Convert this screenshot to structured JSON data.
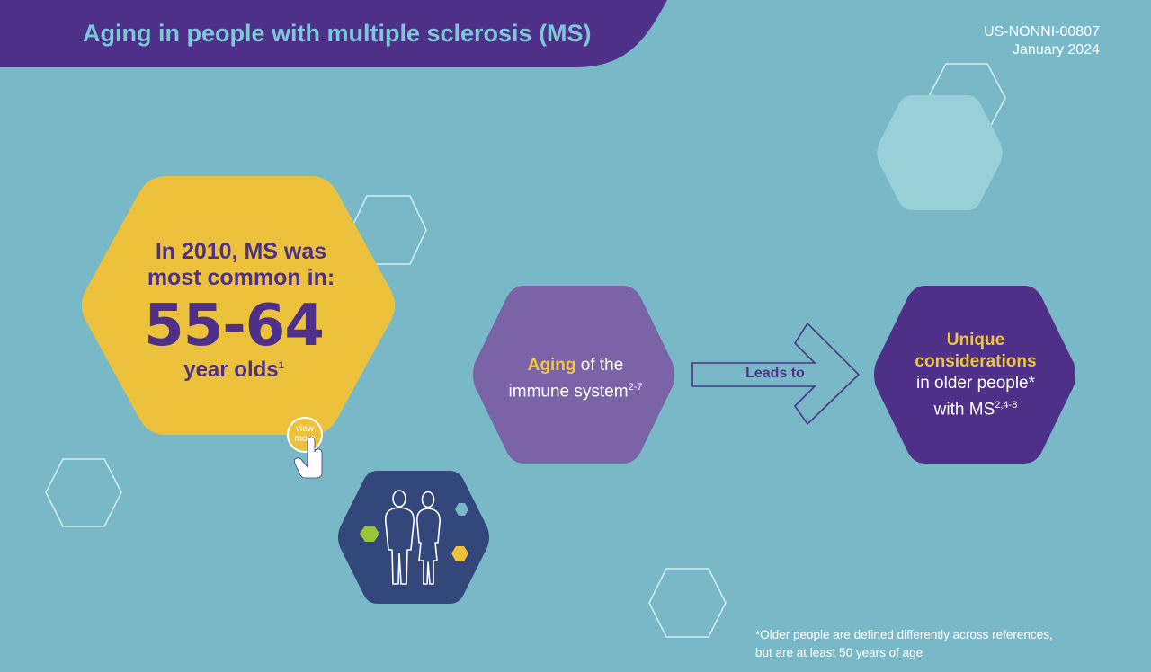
{
  "header": {
    "title": "Aging in people with multiple sclerosis (MS)"
  },
  "doc": {
    "code": "US-NONNI-00807",
    "date": "January 2024"
  },
  "colors": {
    "background": "#79b9c7",
    "header": "#4e3088",
    "yellow": "#ecc23d",
    "violet": "#7b63a8",
    "purple": "#4e3088",
    "navy": "#33477a",
    "gold": "#f0c63d"
  },
  "stat": {
    "heading": "In 2010, MS was most common in:",
    "range": "55-64",
    "label": "year olds",
    "label_ref": "1"
  },
  "view_more": {
    "line1": "view",
    "line2": "more"
  },
  "middle": {
    "highlight": "Aging",
    "rest1": " of the",
    "rest2": "immune system",
    "ref": "2-7"
  },
  "arrow": {
    "label": "Leads to"
  },
  "right": {
    "line1": "Unique",
    "line2": "considerations",
    "line3": "in older people*",
    "line4": "with MS",
    "ref": "2,4-8"
  },
  "footnote": {
    "line1": "*Older people are defined differently across references,",
    "line2": "but are at least 50 years of age"
  },
  "icons": {
    "figures": "people-silhouette-icon",
    "pointer": "hand-pointer-icon"
  }
}
